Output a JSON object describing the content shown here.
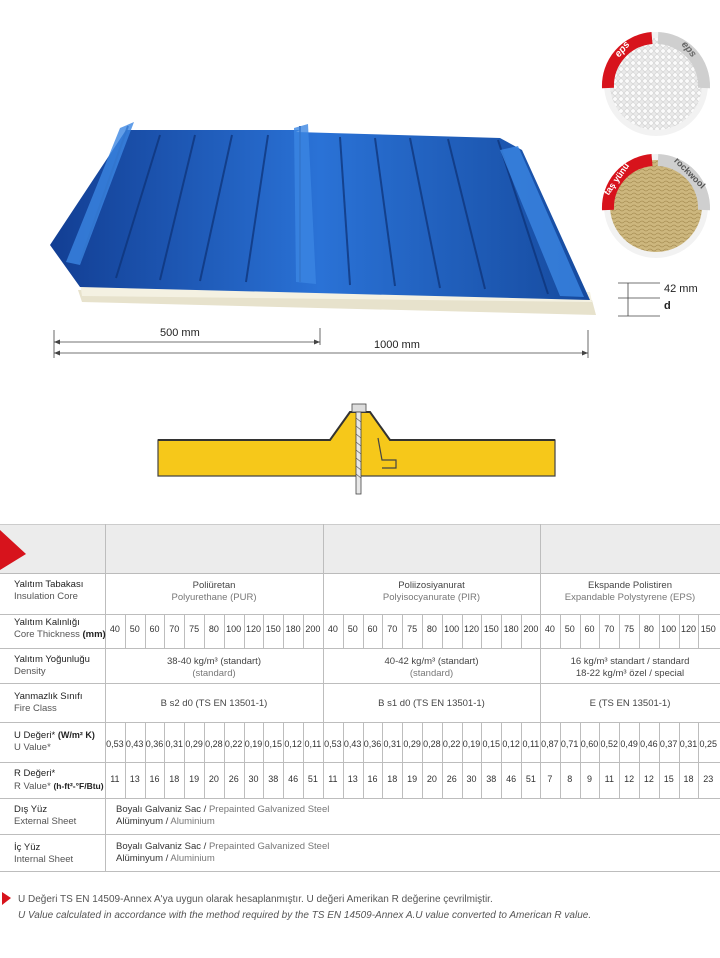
{
  "dimensions": {
    "thickness_label": "42 mm",
    "d_label": "d",
    "width_500": "500 mm",
    "width_1000": "1000 mm"
  },
  "cores": {
    "eps_tr": "eps",
    "eps_en": "eps",
    "rock_tr": "taş yünü",
    "rock_en": "rockwool"
  },
  "colors": {
    "panel_blue": "#1f5fc8",
    "foam": "#f4f1e2",
    "core_yellow": "#f6c81a",
    "accent_red": "#d7131c"
  },
  "table": {
    "rows": {
      "core": {
        "tr": "Yalıtım Tabakası",
        "en": "Insulation Core"
      },
      "thickness": {
        "tr": "Yalıtım Kalınlığı",
        "en": "Core Thickness",
        "unit": "(mm)"
      },
      "density": {
        "tr": "Yalıtım Yoğunluğu",
        "en": "Density"
      },
      "fire": {
        "tr": "Yanmazlık Sınıfı",
        "en": "Fire Class"
      },
      "u": {
        "tr": "U Değeri*",
        "en": "U Value*",
        "unit": "(W/m² K)"
      },
      "r": {
        "tr": "R Değeri*",
        "en": "R Value*",
        "unit": "(h-ft²-°F/Btu)"
      },
      "ext": {
        "tr": "Dış Yüz",
        "en": "External Sheet"
      },
      "int": {
        "tr": "İç Yüz",
        "en": "Internal Sheet"
      }
    },
    "groups": [
      {
        "name_tr": "Poliüretan",
        "name_en": "Polyurethane (PUR)",
        "thickness": [
          "40",
          "50",
          "60",
          "70",
          "75",
          "80",
          "100",
          "120",
          "150",
          "180",
          "200"
        ],
        "density_1": "38-40 kg/m³ (standart)",
        "density_2": "(standard)",
        "fire": "B s2 d0  (TS EN 13501-1)",
        "u": [
          "0,53",
          "0,43",
          "0,36",
          "0,31",
          "0,29",
          "0,28",
          "0,22",
          "0,19",
          "0,15",
          "0,12",
          "0,11"
        ],
        "r": [
          "11",
          "13",
          "16",
          "18",
          "19",
          "20",
          "26",
          "30",
          "38",
          "46",
          "51"
        ]
      },
      {
        "name_tr": "Poliizosiyanurat",
        "name_en": "Polyisocyanurate (PIR)",
        "thickness": [
          "40",
          "50",
          "60",
          "70",
          "75",
          "80",
          "100",
          "120",
          "150",
          "180",
          "200"
        ],
        "density_1": "40-42 kg/m³ (standart)",
        "density_2": "(standard)",
        "fire": "B s1 d0  (TS EN 13501-1)",
        "u": [
          "0,53",
          "0,43",
          "0,36",
          "0,31",
          "0,29",
          "0,28",
          "0,22",
          "0,19",
          "0,15",
          "0,12",
          "0,11"
        ],
        "r": [
          "11",
          "13",
          "16",
          "18",
          "19",
          "20",
          "26",
          "30",
          "38",
          "46",
          "51"
        ]
      },
      {
        "name_tr": "Ekspande Polistiren",
        "name_en": "Expandable Polystyrene (EPS)",
        "thickness": [
          "40",
          "50",
          "60",
          "70",
          "75",
          "80",
          "100",
          "120",
          "150"
        ],
        "density_1": "16 kg/m³ standart / standard",
        "density_2": "18-22 kg/m³ özel / special",
        "fire": "E (TS EN 13501-1)",
        "u": [
          "0,87",
          "0,71",
          "0,60",
          "0,52",
          "0,49",
          "0,46",
          "0,37",
          "0,31",
          "0,25"
        ],
        "r": [
          "7",
          "8",
          "9",
          "11",
          "12",
          "12",
          "15",
          "18",
          "23"
        ]
      }
    ],
    "sheet_1_tr": "Boyalı Galvaniz Sac / ",
    "sheet_1_en": "Prepainted Galvanized Steel",
    "sheet_2_tr": "Alüminyum / ",
    "sheet_2_en": "Aluminium"
  },
  "footnote": {
    "tr": "U Değeri TS EN 14509-Annex A'ya uygun olarak hesaplanmıştır. U değeri Amerikan R değerine çevrilmiştir.",
    "en": "U Value calculated in accordance with the method required by the TS EN 14509-Annex A.U value converted to American R value."
  }
}
